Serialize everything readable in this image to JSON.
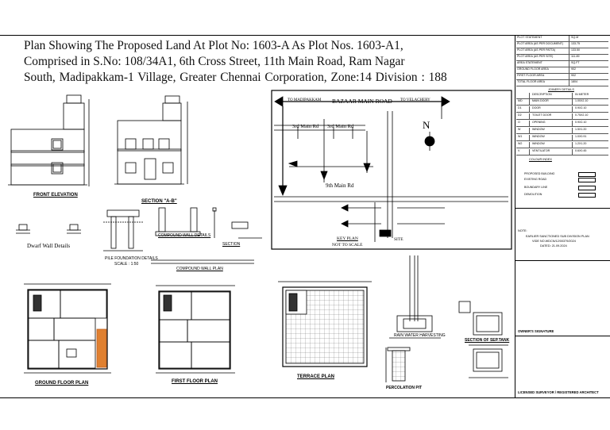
{
  "title": {
    "line1": "Plan Showing The Proposed Land At Plot No: 1603-A As Plot Nos. 1603-A1,",
    "line2": "Comprised in S.No: 108/34A1, 6th Cross Street, 11th Main  Road,   Ram   Nagar",
    "line3": "South,   Madipakkam-1 Village,  Greater  Chennai  Corporation,  Zone:14 Division : 188"
  },
  "drawings": {
    "front_elevation": "FRONT ELEVATION",
    "section": "SECTION \"A-B\"",
    "dwarf_wall": "Dwarf Wall Details",
    "pile_foundation": "PILE FOUNDATION DETAILS",
    "pile_scale": "SCALE : 1:50",
    "compound_wall_details": "COMPOUND WALL DETAILS",
    "compound_wall_plan": "COMPOUND WALL PLAN",
    "section_small": "SECTION",
    "ground_floor": "GROUND FLOOR PLAN",
    "first_floor": "FIRST FLOOR PLAN",
    "terrace": "TERRACE PLAN",
    "percolation_pit": "PERCOLATION PIT",
    "section_septic": "SECTION OF SEP.TANK",
    "rain_water": "RAIN WATER HARVESTING"
  },
  "key_plan": {
    "road_main": "BAZAAR MAIN ROAD",
    "to_left": "TO MADIPAKKAM",
    "to_right": "TO VELACHERY",
    "road_3rd_a": "3rd Main Rd",
    "road_3rd_b": "3rd Main Rd",
    "road_9th": "9th Main Rd",
    "north": "N",
    "key_label": "KEY PLAN",
    "not_to_scale": "NOT TO SCALE",
    "site": "SITE"
  },
  "area_table": [
    {
      "k": "PLOT STATEMENT",
      "v": "SQ.M"
    },
    {
      "k": "PLOT AREA (AS PER DOCUMENT)",
      "v": "133.75"
    },
    {
      "k": "PLOT AREA (AS PER PATTA)",
      "v": "133.50"
    },
    {
      "k": "PLOT AREA (AS PER SITE)",
      "v": "111.89"
    },
    {
      "k": "AREA STATEMENT",
      "v": "SQ.FT"
    },
    {
      "k": "GROUND FLOOR AREA",
      "v": "902"
    },
    {
      "k": "FIRST FLOOR AREA",
      "v": "902"
    },
    {
      "k": "TOTAL FLOOR AREA",
      "v": "1804"
    }
  ],
  "schedule": {
    "title": "JOINERY DETAILS",
    "header": {
      "c": "",
      "d": "DESCRIPTION",
      "s": "IN METER"
    },
    "rows": [
      {
        "c": "MD",
        "d": "MAIN DOOR",
        "s": "1.00X2.10"
      },
      {
        "c": "D1",
        "d": "DOOR",
        "s": "0.9X2.10"
      },
      {
        "c": "D2",
        "d": "TOILET DOOR",
        "s": "0.75X2.10"
      },
      {
        "c": "O",
        "d": "OPENING",
        "s": "0.9X2.10"
      },
      {
        "c": "W",
        "d": "WINDOW",
        "s": "1.5X1.20"
      },
      {
        "c": "W1",
        "d": "WINDOW",
        "s": "1.0X0.91"
      },
      {
        "c": "W2",
        "d": "WINDOW",
        "s": "1.2X1.20"
      },
      {
        "c": "V",
        "d": "VENTILATOR",
        "s": "0.6X0.45"
      }
    ],
    "colour_index": "COLOUR INDEX"
  },
  "legend": [
    "PROPOSED BUILDING",
    "EXISTING ROAD",
    "BOUNDARY LINE",
    "DEMOLITION"
  ],
  "note": {
    "head": "NOTE:",
    "l1": "EARLIER SANCTIONED SUB DIVISION PLAN",
    "l2": "VIDE NO.WDCN/12/00379/2024",
    "l3": "DATED: 21.09.2024"
  },
  "owner_signature": "OWNER'S SIGNATURE",
  "surveyor": "LICENSED SURVEYOR / REGISTERED ARCHITECT"
}
